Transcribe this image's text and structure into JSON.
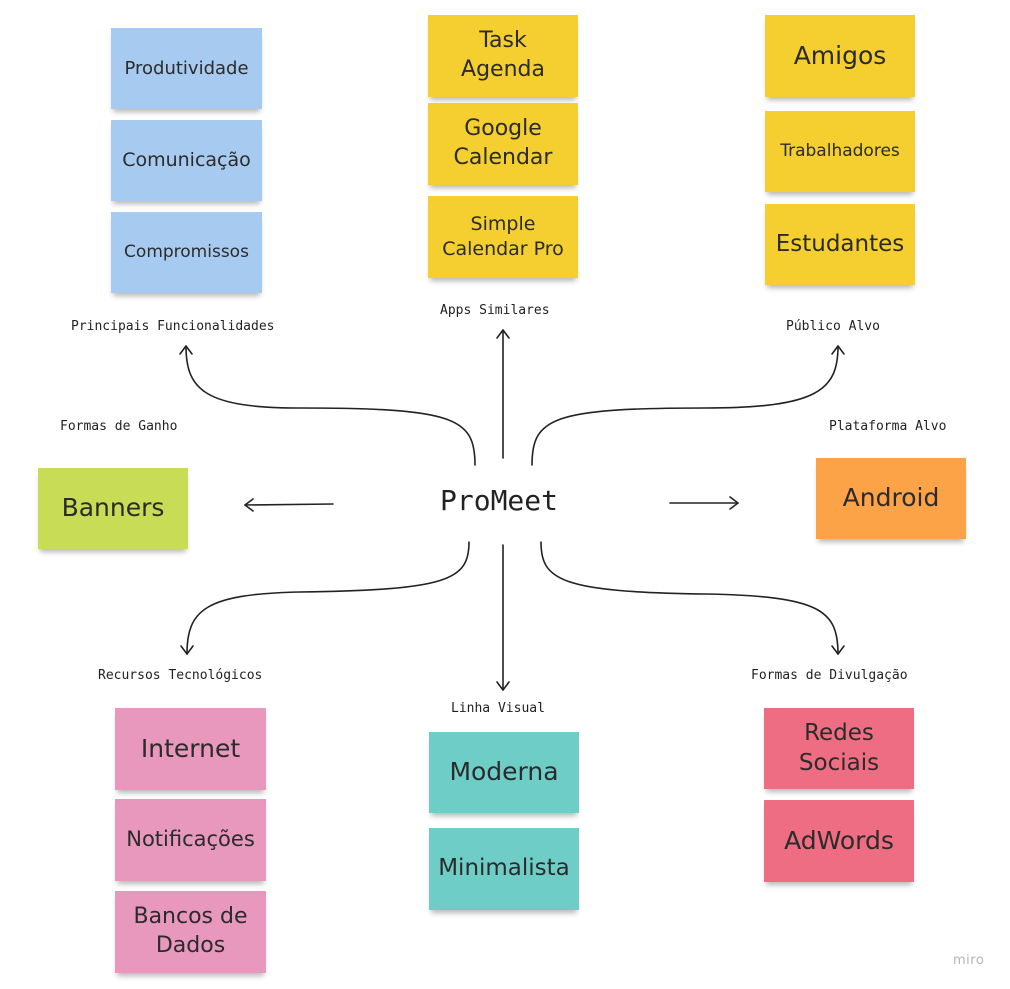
{
  "center_title": "ProMeet",
  "labels": {
    "principais": "Principais Funcionalidades",
    "apps": "Apps Similares",
    "publico": "Público Alvo",
    "ganho": "Formas de Ganho",
    "plataforma": "Plataforma Alvo",
    "recursos": "Recursos Tecnológicos",
    "linha": "Linha Visual",
    "divulgacao": "Formas de Divulgação"
  },
  "notes": {
    "produtividade": "Produtividade",
    "comunicacao": "Comunicação",
    "compromissos": "Compromissos",
    "task_agenda": "Task\nAgenda",
    "google_calendar": "Google\nCalendar",
    "simple_calendar": "Simple\nCalendar Pro",
    "amigos": "Amigos",
    "trabalhadores": "Trabalhadores",
    "estudantes": "Estudantes",
    "banners": "Banners",
    "android": "Android",
    "internet": "Internet",
    "notificacoes": "Notificações",
    "bancos": "Bancos de\nDados",
    "moderna": "Moderna",
    "minimalista": "Minimalista",
    "redes_sociais": "Redes\nSociais",
    "adwords": "AdWords"
  },
  "colors": {
    "blue": "#a7cbf0",
    "yellow": "#f4cf2f",
    "green": "#c8dc55",
    "orange": "#fca348",
    "pink": "#e898bc",
    "teal": "#6ecec7",
    "red": "#ef6d82"
  },
  "watermark": "miro"
}
